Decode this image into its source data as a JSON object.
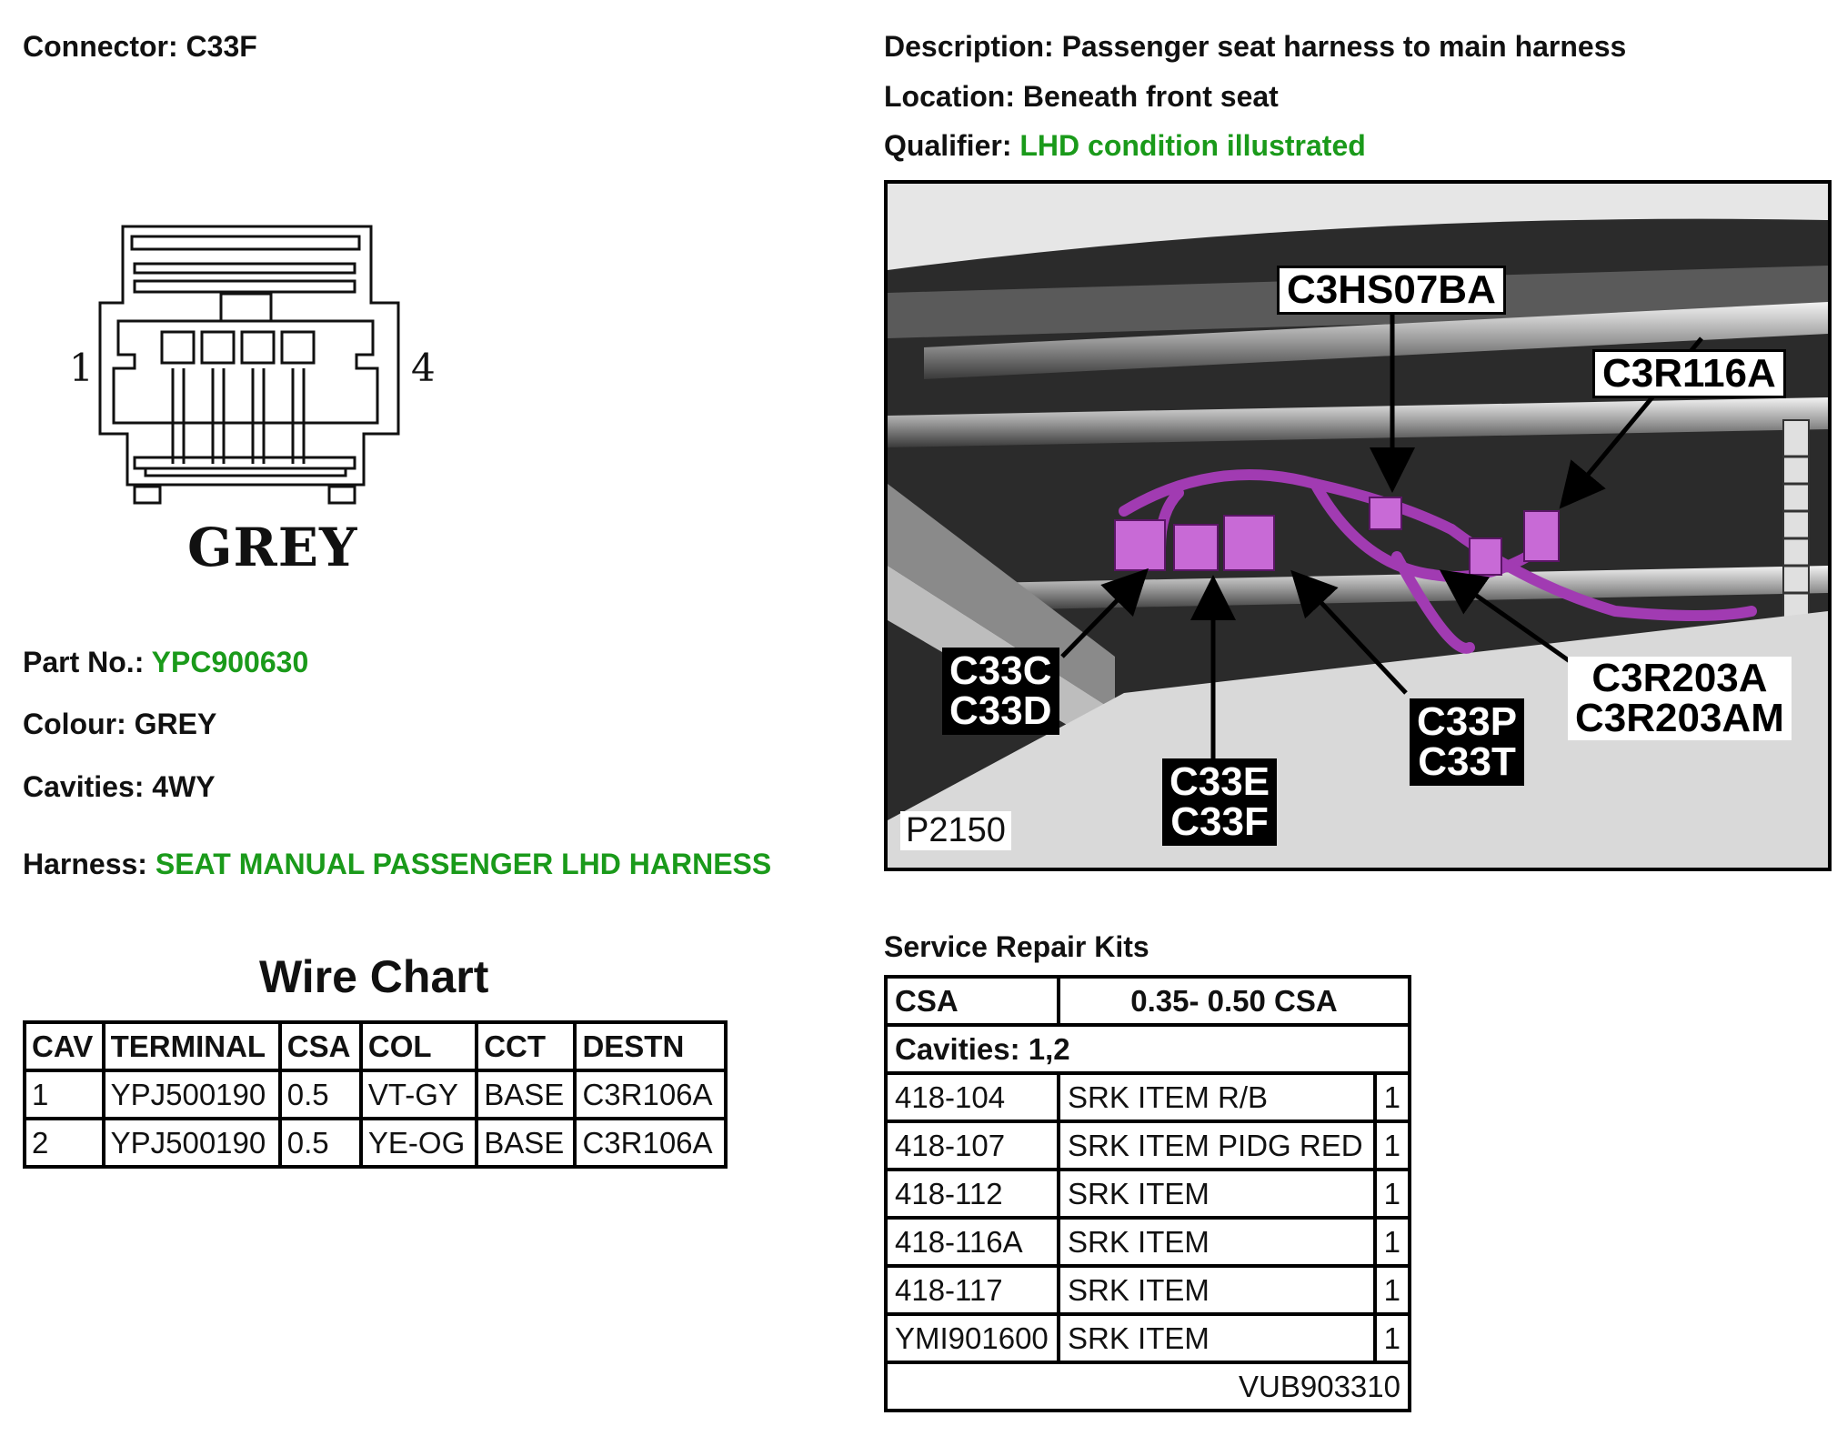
{
  "header": {
    "connector_label": "Connector:",
    "connector_value": "C33F",
    "description_label": "Description:",
    "description_value": "Passenger seat harness to main harness",
    "location_label": "Location:",
    "location_value": "Beneath front seat",
    "qualifier_label": "Qualifier:",
    "qualifier_value": "LHD condition illustrated"
  },
  "connector_diagram": {
    "pin_left": "1",
    "pin_right": "4",
    "colour_caption": "GREY"
  },
  "details": {
    "part_label": "Part No.:",
    "part_value": "YPC900630",
    "colour_label": "Colour:",
    "colour_value": "GREY",
    "cavities_label": "Cavities:",
    "cavities_value": "4WY",
    "harness_label": "Harness:",
    "harness_value": "SEAT MANUAL PASSENGER LHD HARNESS"
  },
  "wire_chart": {
    "title": "Wire Chart",
    "headers": [
      "CAV",
      "TERMINAL",
      "CSA",
      "COL",
      "CCT",
      "DESTN"
    ],
    "rows": [
      [
        "1",
        "YPJ500190",
        "0.5",
        "VT-GY",
        "BASE",
        "C3R106A"
      ],
      [
        "2",
        "YPJ500190",
        "0.5",
        "YE-OG",
        "BASE",
        "C3R106A"
      ]
    ]
  },
  "photo": {
    "callouts": {
      "c3hs07ba": "C3HS07BA",
      "c3r116a": "C3R116A",
      "c33c": "C33C",
      "c33d": "C33D",
      "c33e": "C33E",
      "c33f": "C33F",
      "c33p": "C33P",
      "c33t": "C33T",
      "c3r203a": "C3R203A",
      "c3r203am": "C3R203AM"
    },
    "figure_id": "P2150"
  },
  "service_repair_kits": {
    "title": "Service Repair Kits",
    "csa_label": "CSA",
    "csa_value": "0.35- 0.50 CSA",
    "cavities": "Cavities: 1,2",
    "rows": [
      [
        "418-104",
        "SRK ITEM R/B",
        "1"
      ],
      [
        "418-107",
        "SRK ITEM PIDG RED",
        "1"
      ],
      [
        "418-112",
        "SRK ITEM",
        "1"
      ],
      [
        "418-116A",
        "SRK ITEM",
        "1"
      ],
      [
        "418-117",
        "SRK ITEM",
        "1"
      ],
      [
        "YMI901600",
        "SRK ITEM",
        "1"
      ]
    ],
    "footer": "VUB903310"
  },
  "colors": {
    "accent_green": "#1a9a1a",
    "harness_purple": "#a13bb2"
  }
}
